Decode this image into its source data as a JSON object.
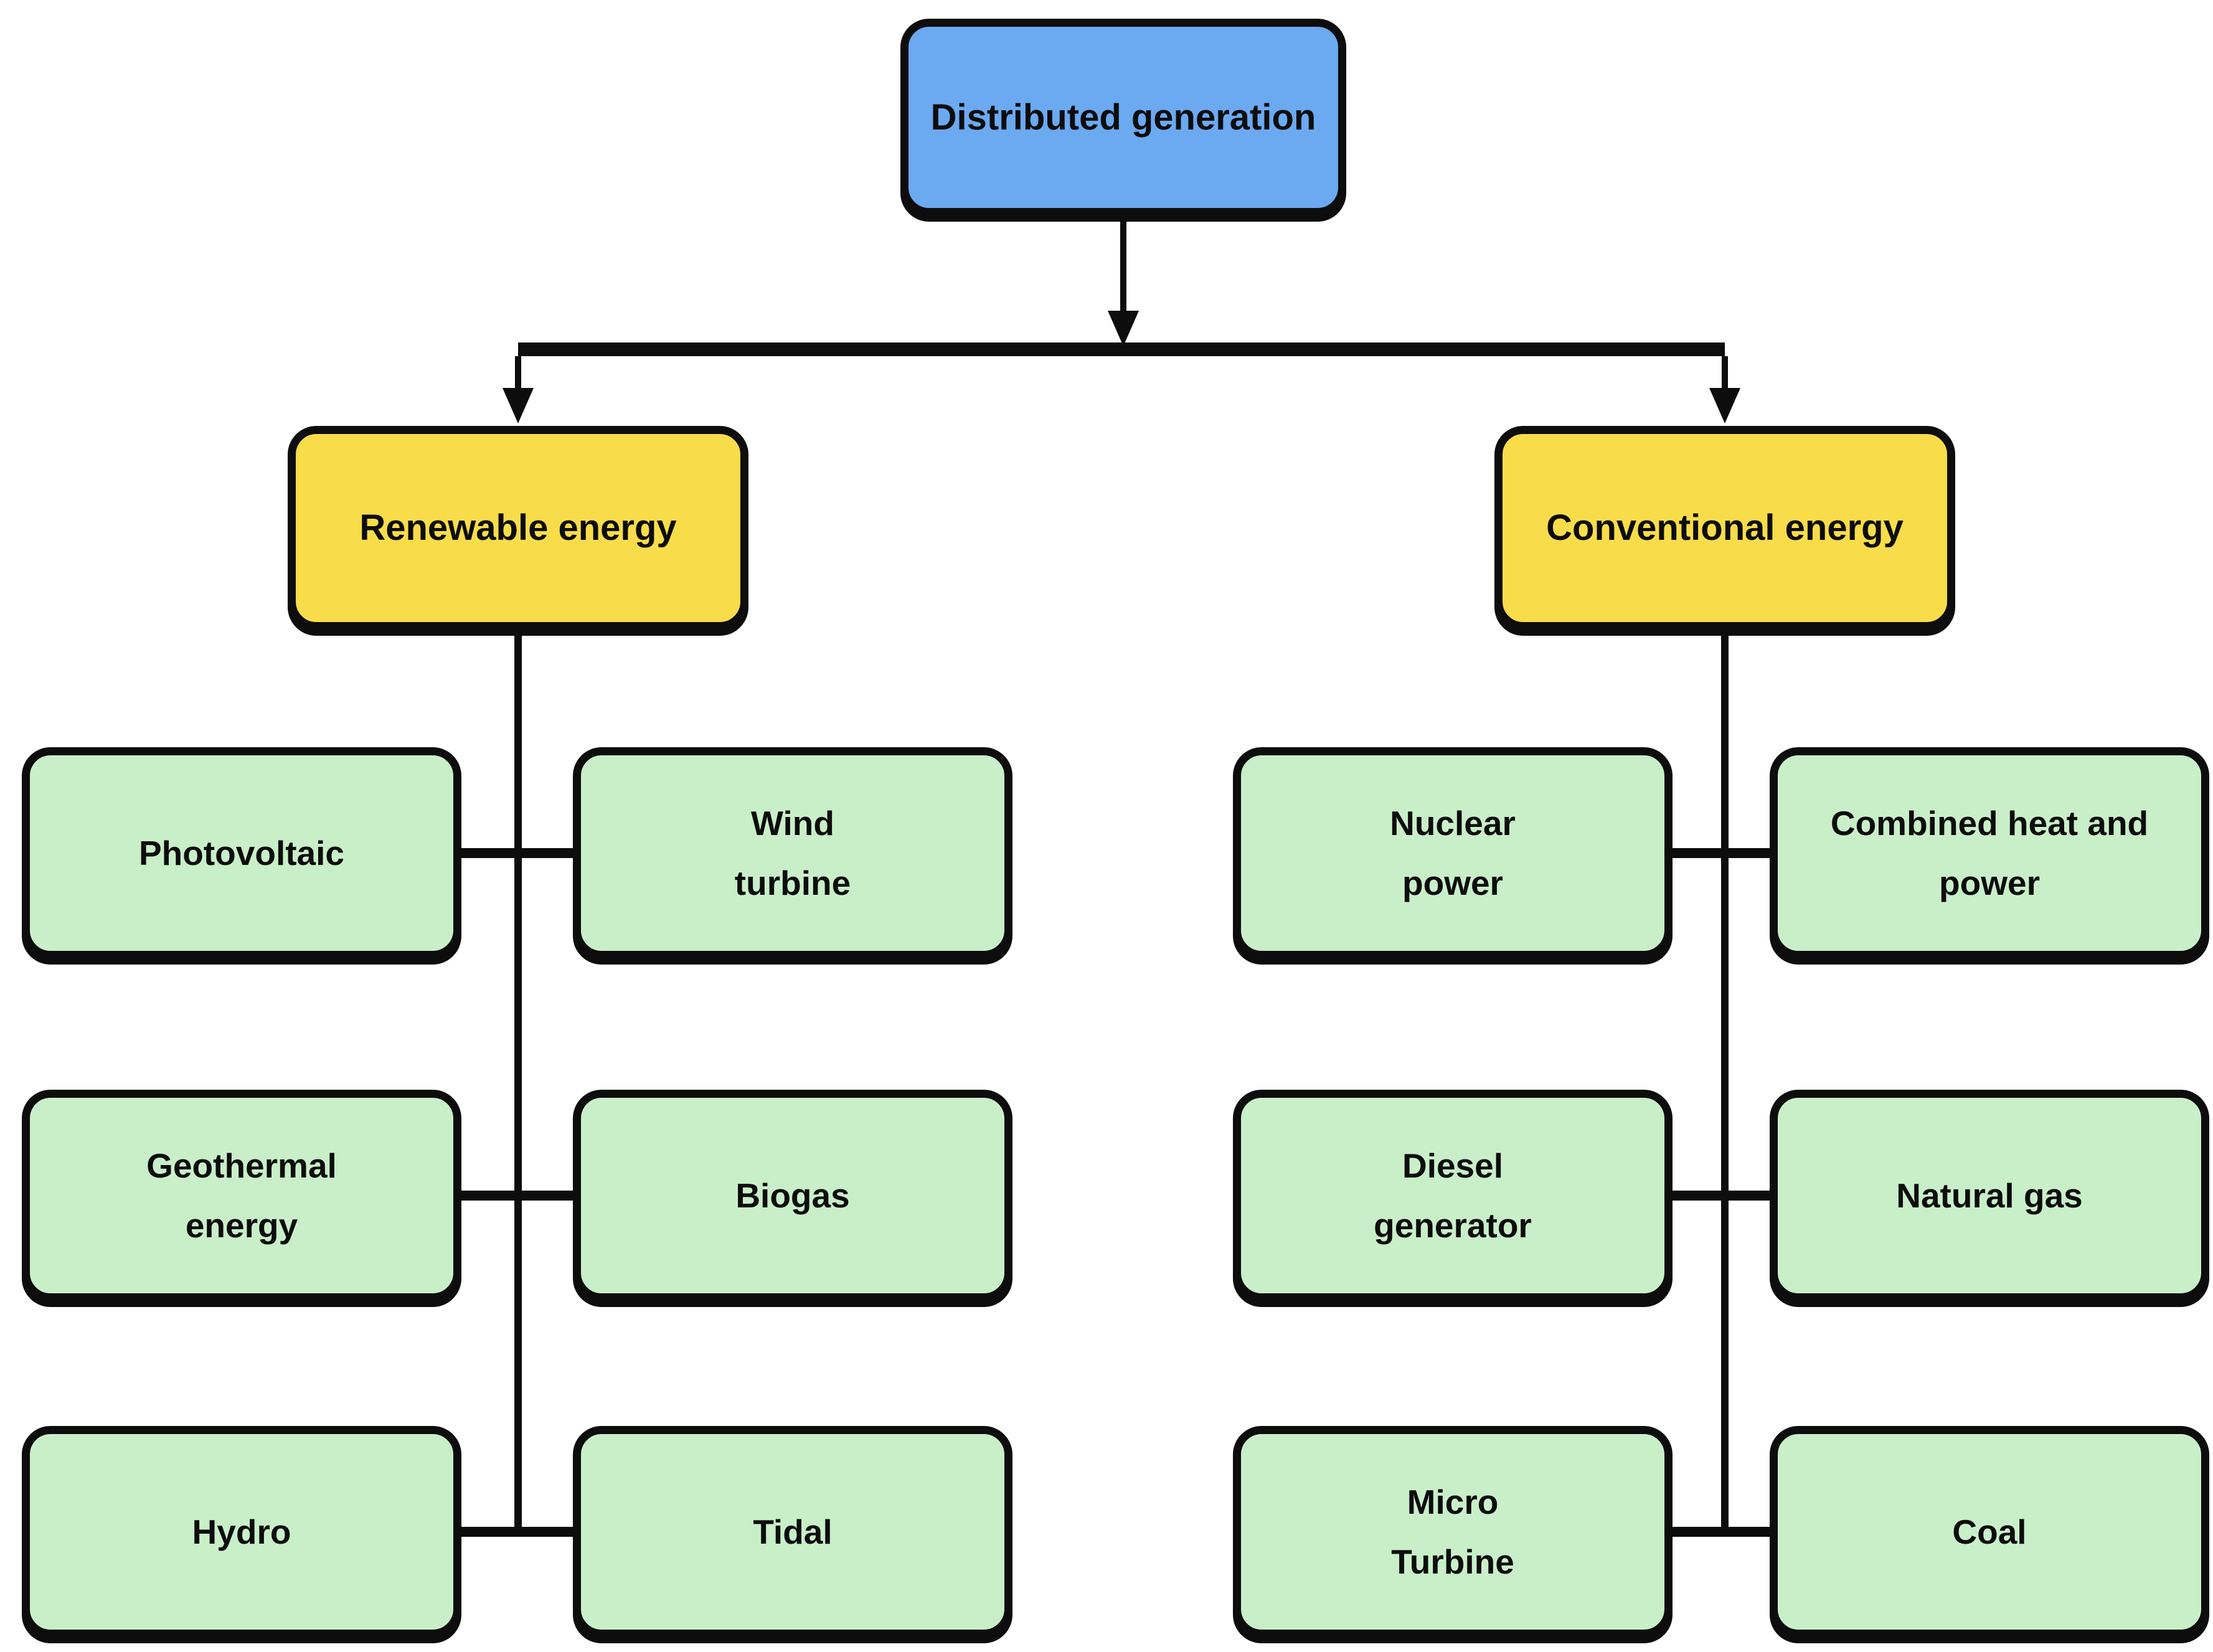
{
  "colors": {
    "root_fill": "#6BA9F1",
    "branch_fill": "#F8DC4A",
    "leaf_fill": "#C9EFC9",
    "line": "#0D0D0D",
    "background": "#FFFFFF"
  },
  "diagram": {
    "root": {
      "label": "Distributed generation"
    },
    "branches": [
      {
        "label": "Renewable energy",
        "children": [
          {
            "label": "Photovoltaic"
          },
          {
            "label": "Wind\nturbine"
          },
          {
            "label": "Geothermal\nenergy"
          },
          {
            "label": "Biogas"
          },
          {
            "label": "Hydro"
          },
          {
            "label": "Tidal"
          }
        ]
      },
      {
        "label": "Conventional energy",
        "children": [
          {
            "label": "Nuclear\npower"
          },
          {
            "label": "Combined heat and\npower"
          },
          {
            "label": "Diesel\ngenerator"
          },
          {
            "label": "Natural gas"
          },
          {
            "label": "Micro\nTurbine"
          },
          {
            "label": "Coal"
          }
        ]
      }
    ]
  }
}
